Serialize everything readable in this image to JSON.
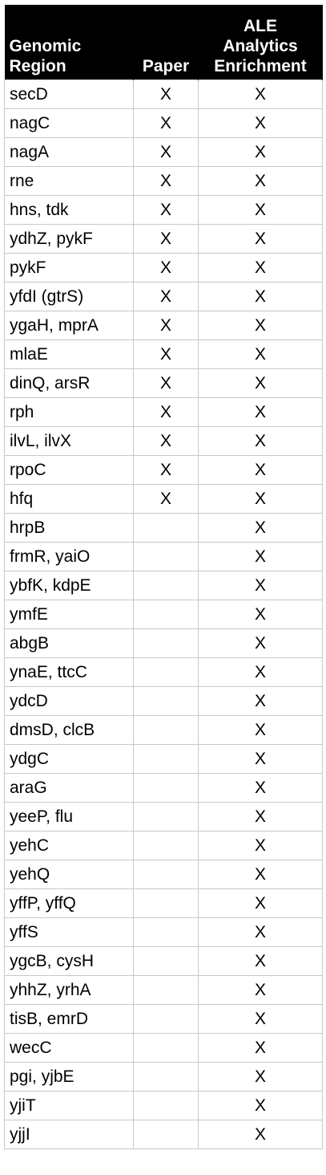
{
  "table": {
    "headers": {
      "region": [
        "Genomic",
        "Region"
      ],
      "paper": "Paper",
      "ale": [
        "ALE",
        "Analytics",
        "Enrichment"
      ]
    },
    "rows": [
      {
        "region": "secD",
        "paper": "X",
        "ale": "X"
      },
      {
        "region": "nagC",
        "paper": "X",
        "ale": "X"
      },
      {
        "region": "nagA",
        "paper": "X",
        "ale": "X"
      },
      {
        "region": "rne",
        "paper": "X",
        "ale": "X"
      },
      {
        "region": "hns, tdk",
        "paper": "X",
        "ale": "X"
      },
      {
        "region": "ydhZ, pykF",
        "paper": "X",
        "ale": "X"
      },
      {
        "region": "pykF",
        "paper": "X",
        "ale": "X"
      },
      {
        "region": "yfdI (gtrS)",
        "paper": "X",
        "ale": "X"
      },
      {
        "region": "ygaH, mprA",
        "paper": "X",
        "ale": "X"
      },
      {
        "region": "mlaE",
        "paper": "X",
        "ale": "X"
      },
      {
        "region": "dinQ, arsR",
        "paper": "X",
        "ale": "X"
      },
      {
        "region": "rph",
        "paper": "X",
        "ale": "X"
      },
      {
        "region": "ilvL, ilvX",
        "paper": "X",
        "ale": "X"
      },
      {
        "region": "rpoC",
        "paper": "X",
        "ale": "X"
      },
      {
        "region": "hfq",
        "paper": "X",
        "ale": "X"
      },
      {
        "region": "hrpB",
        "paper": "",
        "ale": "X"
      },
      {
        "region": "frmR, yaiO",
        "paper": "",
        "ale": "X"
      },
      {
        "region": "ybfK, kdpE",
        "paper": "",
        "ale": "X"
      },
      {
        "region": "ymfE",
        "paper": "",
        "ale": "X"
      },
      {
        "region": "abgB",
        "paper": "",
        "ale": "X"
      },
      {
        "region": "ynaE, ttcC",
        "paper": "",
        "ale": "X"
      },
      {
        "region": "ydcD",
        "paper": "",
        "ale": "X"
      },
      {
        "region": "dmsD, clcB",
        "paper": "",
        "ale": "X"
      },
      {
        "region": "ydgC",
        "paper": "",
        "ale": "X"
      },
      {
        "region": "araG",
        "paper": "",
        "ale": "X"
      },
      {
        "region": "yeeP, flu",
        "paper": "",
        "ale": "X"
      },
      {
        "region": "yehC",
        "paper": "",
        "ale": "X"
      },
      {
        "region": "yehQ",
        "paper": "",
        "ale": "X"
      },
      {
        "region": "yffP, yffQ",
        "paper": "",
        "ale": "X"
      },
      {
        "region": "yffS",
        "paper": "",
        "ale": "X"
      },
      {
        "region": "ygcB, cysH",
        "paper": "",
        "ale": "X"
      },
      {
        "region": "yhhZ, yrhA",
        "paper": "",
        "ale": "X"
      },
      {
        "region": "tisB, emrD",
        "paper": "",
        "ale": "X"
      },
      {
        "region": "wecC",
        "paper": "",
        "ale": "X"
      },
      {
        "region": "pgi, yjbE",
        "paper": "",
        "ale": "X"
      },
      {
        "region": "yjiT",
        "paper": "",
        "ale": "X"
      },
      {
        "region": "yjjI",
        "paper": "",
        "ale": "X"
      }
    ]
  }
}
